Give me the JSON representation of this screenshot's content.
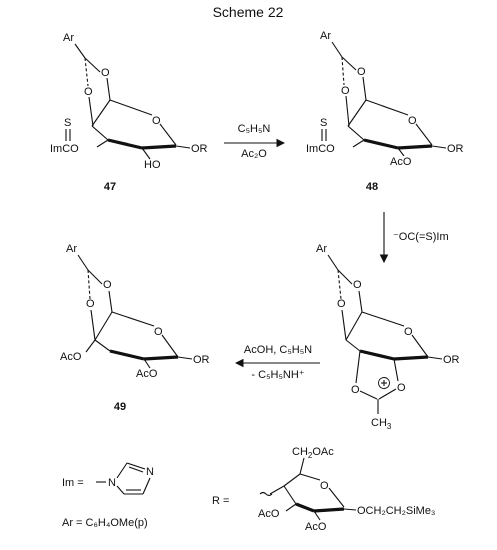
{
  "scheme_title": "Scheme 22",
  "compounds": {
    "c47": "47",
    "c48": "48",
    "c49": "49"
  },
  "atoms": {
    "ar": "Ar",
    "o": "O",
    "s": "S",
    "imco": "ImCO",
    "ho": "HO",
    "aco": "AcO",
    "or": "OR",
    "ch3": "CH",
    "ch3_sub": "3",
    "ch2oac_a": "CH",
    "ch2oac_sub": "2",
    "ch2oac_b": "OAc",
    "r_chain": "OCH₂CH₂SiMe₃"
  },
  "reagents": {
    "step1_top": "C₅H₅N",
    "step1_bottom": "Ac₂O",
    "step2_side": "⁻OC(=S)Im",
    "step3_top": "AcOH, C₅H₅N",
    "step3_bottom": "- C₅H₅NH⁺"
  },
  "definitions": {
    "im_label": "Im =",
    "im_n": "N",
    "ar_def": "Ar = C₆H₄OMe(p)",
    "r_label": "R ="
  }
}
